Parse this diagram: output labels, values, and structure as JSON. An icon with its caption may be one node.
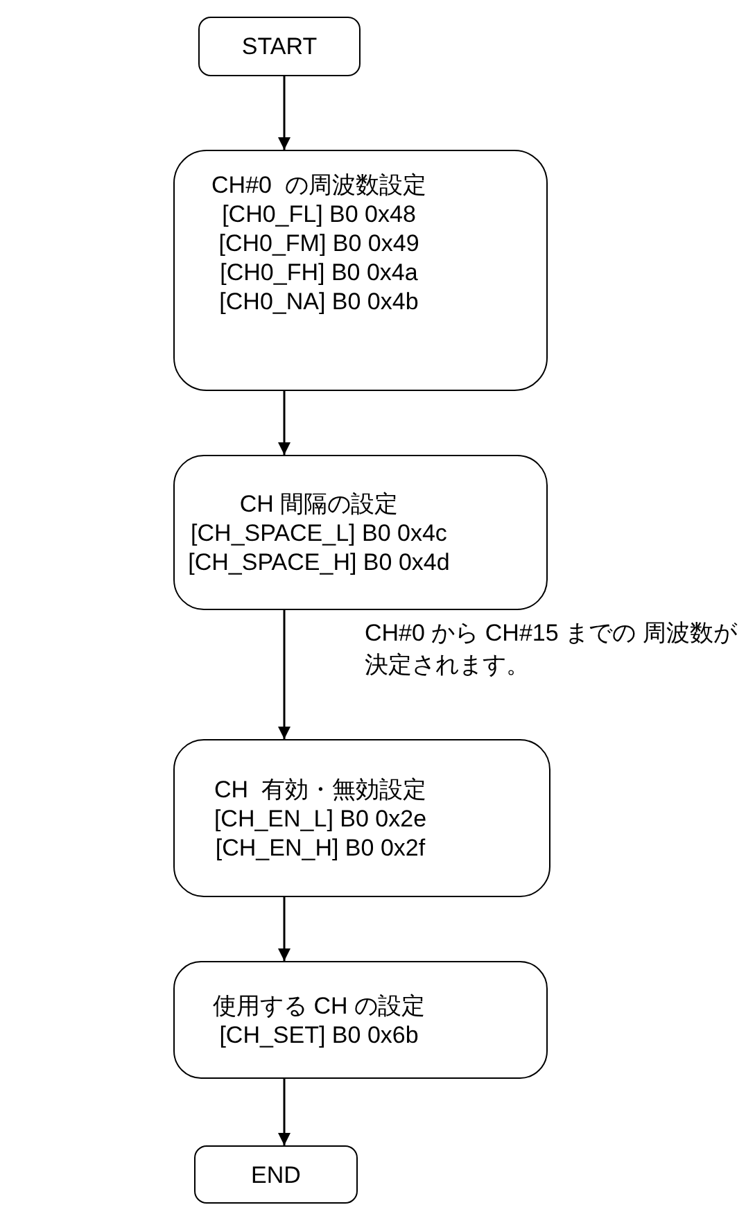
{
  "diagram": {
    "nodes": [
      {
        "text": [
          "START"
        ]
      },
      {
        "text": [
          "CH#0  の周波数設定",
          "[CH0_FL] B0 0x48",
          "[CH0_FM] B0 0x49",
          "[CH0_FH] B0 0x4a",
          "[CH0_NA] B0 0x4b"
        ]
      },
      {
        "text": [
          "CH 間隔の設定",
          "[CH_SPACE_L] B0 0x4c",
          "[CH_SPACE_H] B0 0x4d"
        ]
      },
      {
        "text": [
          "CH  有効・無効設定",
          "[CH_EN_L] B0 0x2e",
          "[CH_EN_H] B0 0x2f"
        ]
      },
      {
        "text": [
          "使用する CH の設定",
          "[CH_SET] B0 0x6b"
        ]
      },
      {
        "text": [
          "END"
        ]
      }
    ],
    "edges": [
      {
        "from": 0,
        "to": 1,
        "arrow": "to"
      },
      {
        "from": 1,
        "to": 2,
        "arrow": "to"
      },
      {
        "from": 2,
        "to": 3,
        "arrow": "to",
        "label": "CH#0 から CH#15 までの 周波数が決定されます。"
      },
      {
        "from": 3,
        "to": 4,
        "arrow": "to"
      },
      {
        "from": 4,
        "to": 5,
        "arrow": "to"
      }
    ]
  }
}
